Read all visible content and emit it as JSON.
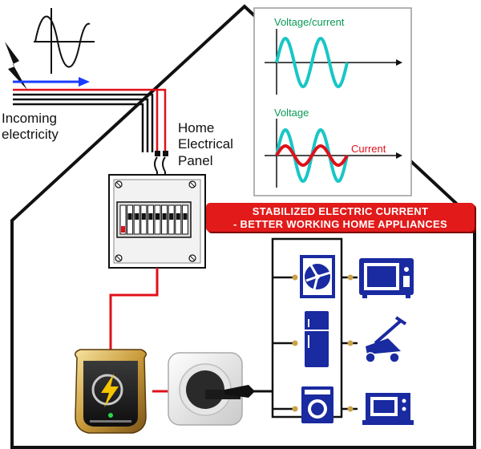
{
  "labels": {
    "incoming_line1": "Incoming",
    "incoming_line2": "electricity",
    "panel_line1": "Home",
    "panel_line2": "Electrical",
    "panel_line3": "Panel"
  },
  "waveforms": {
    "top_title": "Voltage/current",
    "voltage_label": "Voltage",
    "current_label": "Current"
  },
  "banner": {
    "line1": "STABILIZED ELECTRIC CURRENT",
    "line2": "- BETTER WORKING HOME APPLIANCES"
  },
  "colors": {
    "voltage": "#19c6c6",
    "current": "#e0101a",
    "wire": "#e0101a",
    "arrow": "#1a3cff",
    "appliance": "#1a2aa0",
    "banner": "#e21a1a",
    "label_green": "#0a9a55"
  },
  "appliances": {
    "left": [
      "fan-heater",
      "refrigerator",
      "washing-machine"
    ],
    "right": [
      "microwave",
      "lawn-mower",
      "television"
    ]
  }
}
